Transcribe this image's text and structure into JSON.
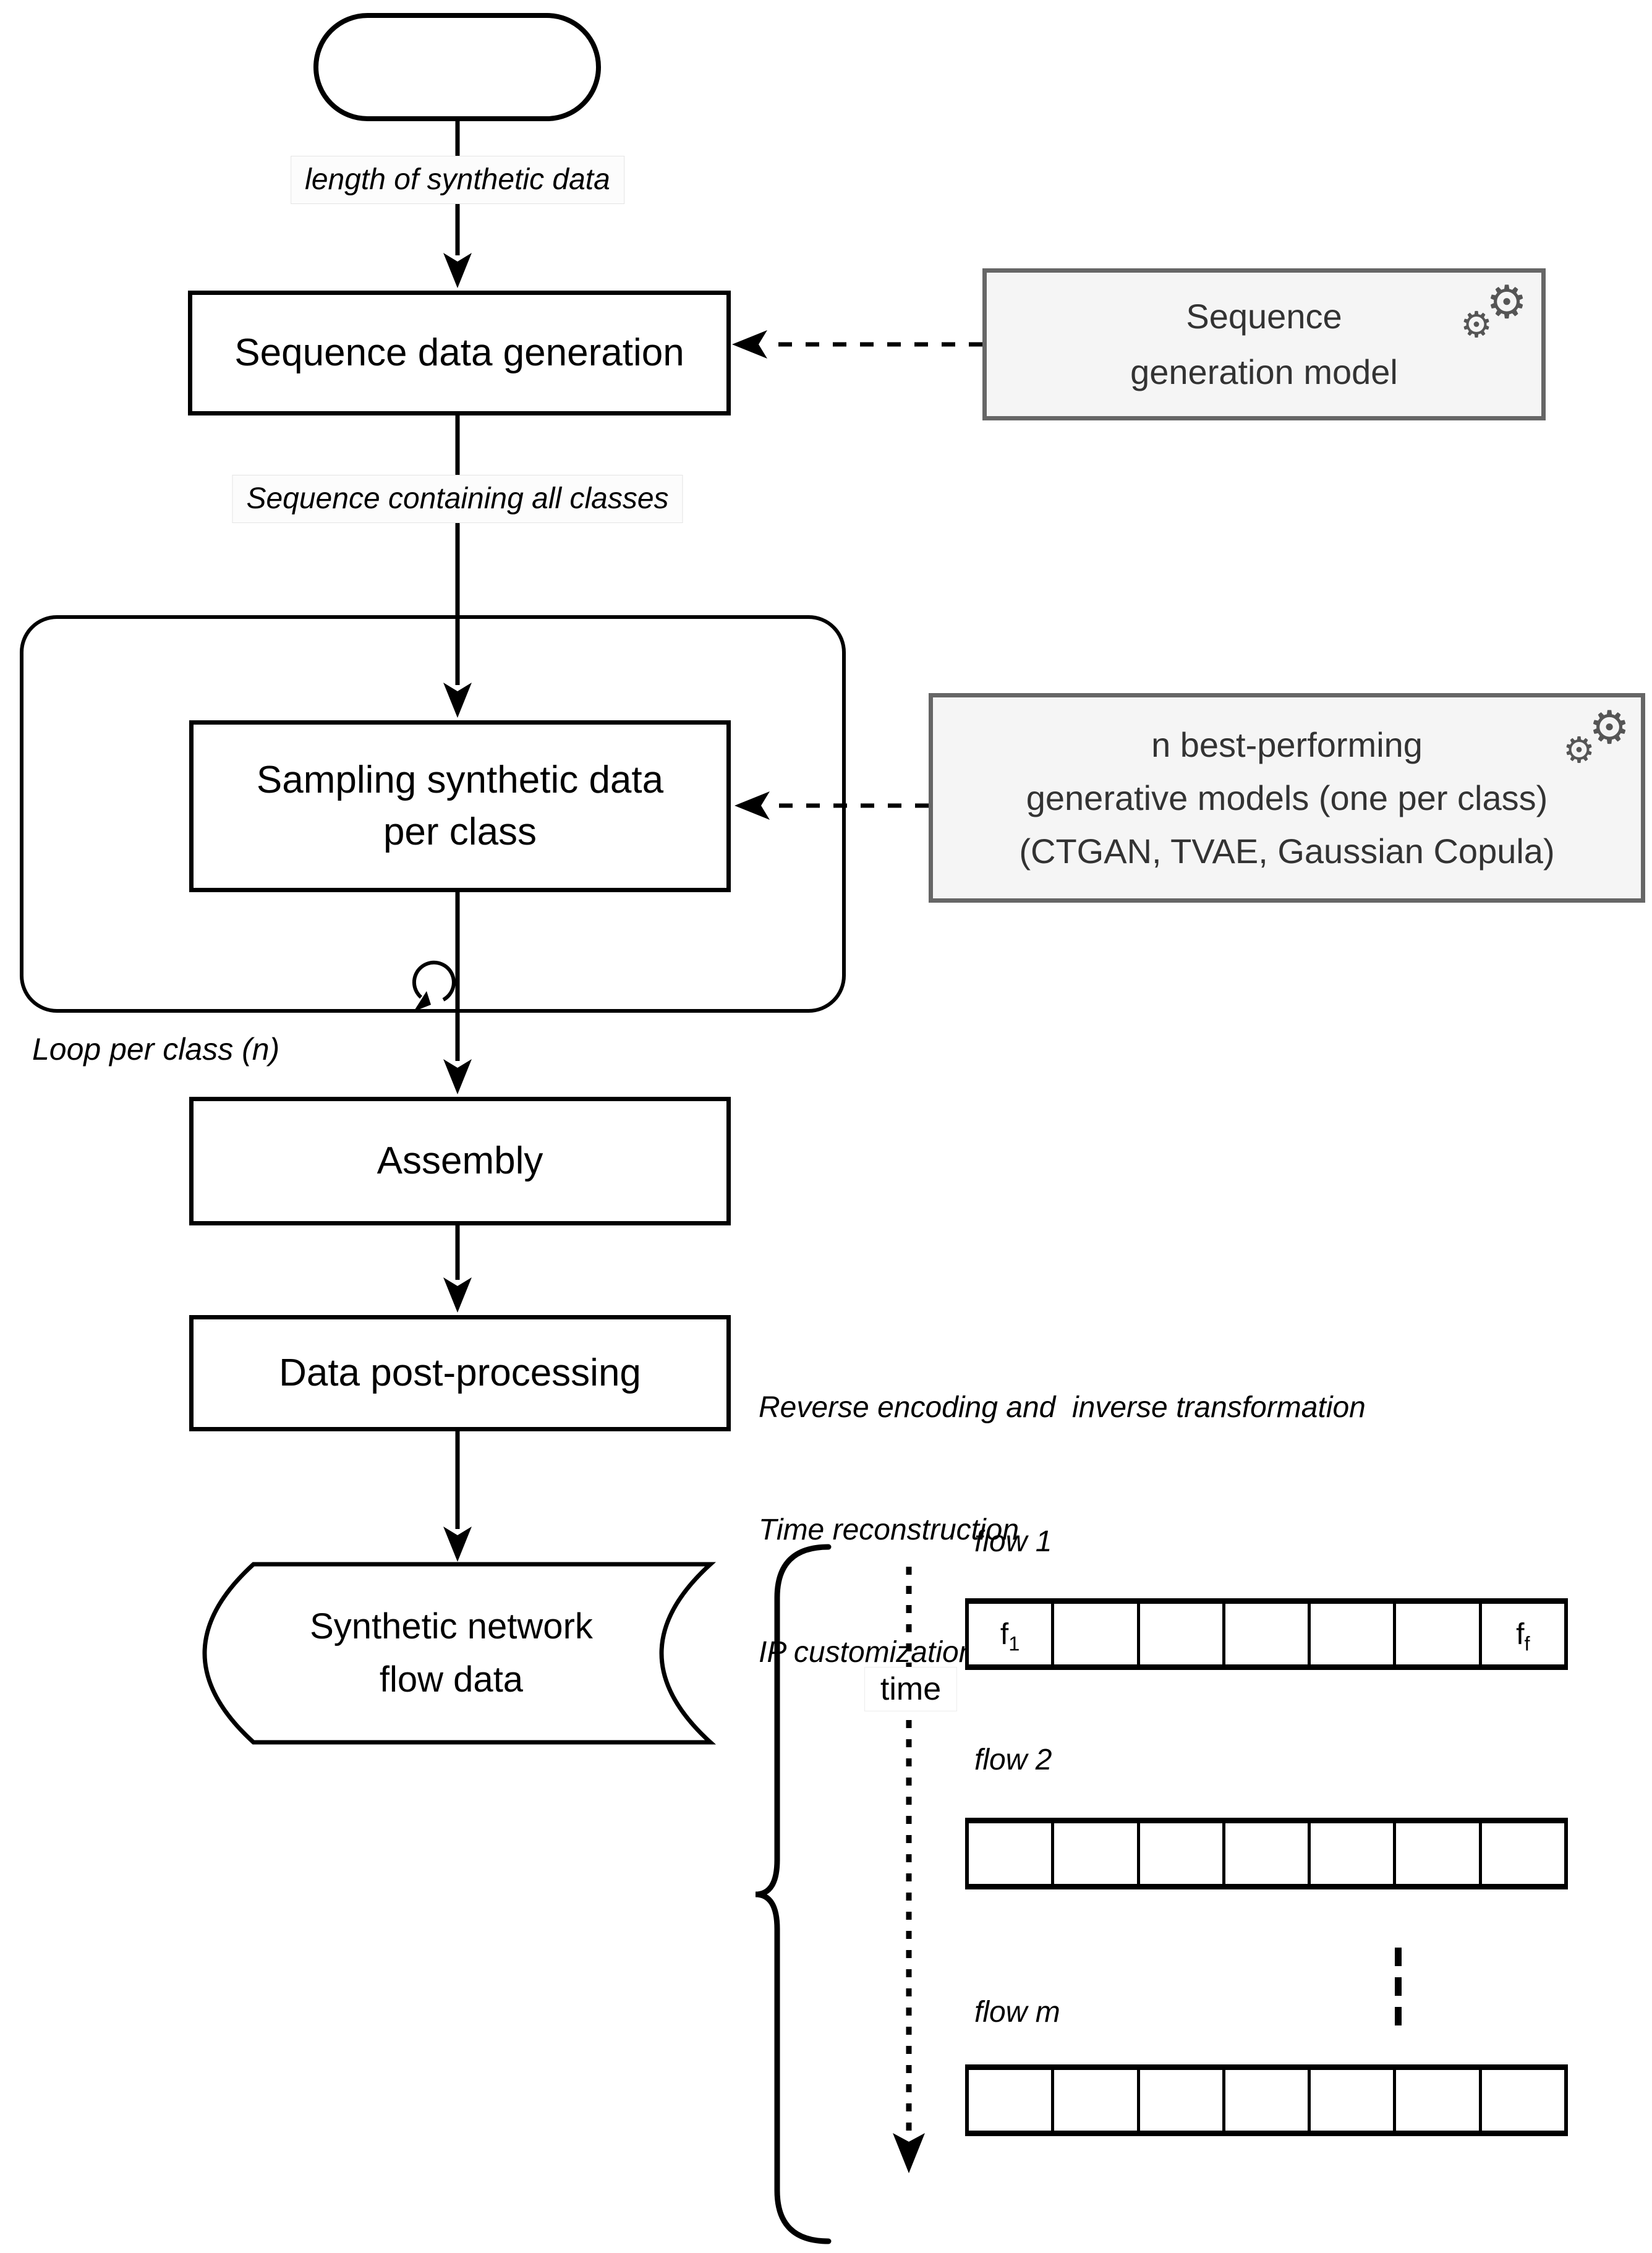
{
  "diagram": {
    "nodes": {
      "start": {
        "label": ""
      },
      "sequence_generation": {
        "label": "Sequence data generation"
      },
      "sampling": {
        "line1": "Sampling synthetic data",
        "line2": "per class"
      },
      "assembly": {
        "label": "Assembly"
      },
      "post_processing": {
        "label": "Data post-processing"
      },
      "output": {
        "line1": "Synthetic network",
        "line2": "flow data"
      }
    },
    "model_boxes": {
      "sequence_model": {
        "line1": "Sequence",
        "line2": "generation model",
        "icon": "gears-icon"
      },
      "class_models": {
        "line1": "n best-performing",
        "line2": "generative models (one per class)",
        "line3": "(CTGAN, TVAE, Gaussian Copula)",
        "icon": "gears-icon"
      }
    },
    "edge_labels": {
      "start_to_sequence": "length of synthetic data",
      "sequence_to_sampling": "Sequence containing all classes",
      "loop": "Loop per class (n)"
    },
    "post_processing_notes": {
      "line1": "Reverse encoding and  inverse transformation",
      "line2": "Time reconstruction",
      "line3": "IP customization"
    },
    "flow_panel": {
      "time_label": "time",
      "flows": [
        {
          "label": "flow 1",
          "cell_count": 7,
          "first_cell": {
            "base": "f",
            "sub": "1"
          },
          "last_cell": {
            "base": "f",
            "sub": "f"
          }
        },
        {
          "label": "flow 2",
          "cell_count": 7
        },
        {
          "label": "flow m",
          "cell_count": 7
        }
      ],
      "ellipsis_icon": "vertical-dots-icon"
    },
    "colors": {
      "stroke": "#000000",
      "model_box_fill": "#f5f5f5",
      "model_box_border": "#666666",
      "model_box_text": "#333333",
      "label_background": "#fcfcfc"
    }
  }
}
